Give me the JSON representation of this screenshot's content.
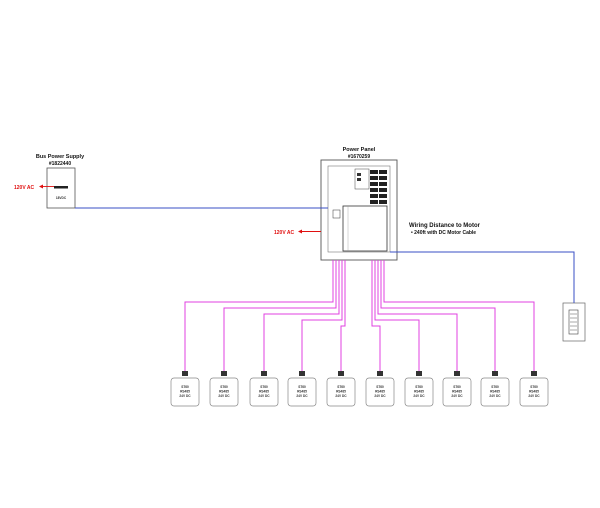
{
  "bus_power_supply": {
    "title": "Bus Power Supply",
    "part": "#1822440",
    "input": "120V AC",
    "device_text": "18VDC"
  },
  "power_panel": {
    "title": "Power Panel",
    "part": "#1670259",
    "input": "120V AC"
  },
  "wiring_note": {
    "heading": "Wiring Distance to Motor",
    "bullet": "• 240ft with DC Motor Cable"
  },
  "motors": [
    {
      "line1": "ST60",
      "line2": "RS485",
      "line3": "24V DC"
    },
    {
      "line1": "ST60",
      "line2": "RS485",
      "line3": "24V DC"
    },
    {
      "line1": "ST60",
      "line2": "RS485",
      "line3": "24V DC"
    },
    {
      "line1": "ST60",
      "line2": "RS485",
      "line3": "24V DC"
    },
    {
      "line1": "ST60",
      "line2": "RS485",
      "line3": "24V DC"
    },
    {
      "line1": "ST60",
      "line2": "RS485",
      "line3": "24V DC"
    },
    {
      "line1": "ST60",
      "line2": "RS485",
      "line3": "24V DC"
    },
    {
      "line1": "ST60",
      "line2": "RS485",
      "line3": "24V DC"
    },
    {
      "line1": "ST60",
      "line2": "RS485",
      "line3": "24V DC"
    },
    {
      "line1": "ST60",
      "line2": "RS485",
      "line3": "24V DC"
    }
  ],
  "colors": {
    "bus_wire": "#3a4fc4",
    "motor_wire": "#e040e0",
    "ac_arrow": "#e01010"
  }
}
